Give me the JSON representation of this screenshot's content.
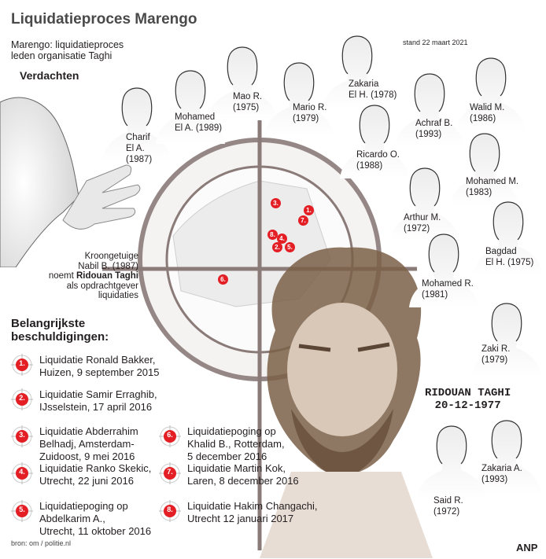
{
  "title": "Liquidatieproces Marengo",
  "subtitle": "Marengo: liquidatieproces\nleden organisatie Taghi",
  "stand": "stand 22 maart 2021",
  "suspects_heading": "Verdachten",
  "suspects": [
    {
      "label": "Charif\nEl A.\n(1987)"
    },
    {
      "label": "Mohamed\nEl A. (1989)"
    },
    {
      "label": "Mao R.\n(1975)"
    },
    {
      "label": "Mario R.\n(1979)"
    },
    {
      "label": "Zakaria\nEl H. (1978)"
    },
    {
      "label": "Ricardo O.\n(1988)"
    },
    {
      "label": "Achraf B.\n(1993)"
    },
    {
      "label": "Walid M.\n(1986)"
    },
    {
      "label": "Mohamed M.\n(1983)"
    },
    {
      "label": "Arthur M.\n(1972)"
    },
    {
      "label": "Bagdad\nEl H. (1975)"
    },
    {
      "label": "Mohamed R.\n(1981)"
    },
    {
      "label": "Zaki R.\n(1979)"
    },
    {
      "label": "Zakaria A.\n(1993)"
    },
    {
      "label": "Said R.\n(1972)"
    }
  ],
  "witness": {
    "line1": "Kroongetuige",
    "line2": "Nabil B. (1987)",
    "line3_pre": "noemt ",
    "line3_bold": "Ridouan Taghi",
    "line4": "als opdrachtgever",
    "line5": "liquidaties"
  },
  "main_suspect": "RIDOUAN TAGHI\n20-12-1977",
  "charges_heading": "Belangrijkste\nbeschuldigingen:",
  "charges": [
    {
      "num": "1.",
      "text": "Liquidatie Ronald Bakker,\nHuizen, 9 september 2015"
    },
    {
      "num": "2.",
      "text": "Liquidatie Samir Erraghib,\nIJsselstein, 17 april 2016"
    },
    {
      "num": "3.",
      "text": "Liquidatie Abderrahim\nBelhadj,  Amsterdam-\nZuidoost, 9 mei 2016"
    },
    {
      "num": "4.",
      "text": "Liquidatie  Ranko Skekic,\nUtrecht, 22 juni 2016"
    },
    {
      "num": "5.",
      "text": "Liquidatiepoging op\nAbdelkarim A.,\nUtrecht, 11 oktober 2016"
    },
    {
      "num": "6.",
      "text": "Liquidatiepoging op\nKhalid B., Rotterdam,\n5 december 2016"
    },
    {
      "num": "7.",
      "text": "Liquidatie Martin Kok,\nLaren, 8 december 2016"
    },
    {
      "num": "8.",
      "text": "Liquidatie Hakim Changachi,\nUtrecht 12 januari 2017"
    }
  ],
  "map_markers": [
    "1.",
    "3.",
    "7.",
    "8.",
    "4.",
    "2.",
    "5.",
    "6."
  ],
  "source": "bron: om / politie.nl",
  "credit": "ANP",
  "colors": {
    "marker": "#e31e24",
    "target": "#8a7b78",
    "portrait": "#7a6048"
  }
}
